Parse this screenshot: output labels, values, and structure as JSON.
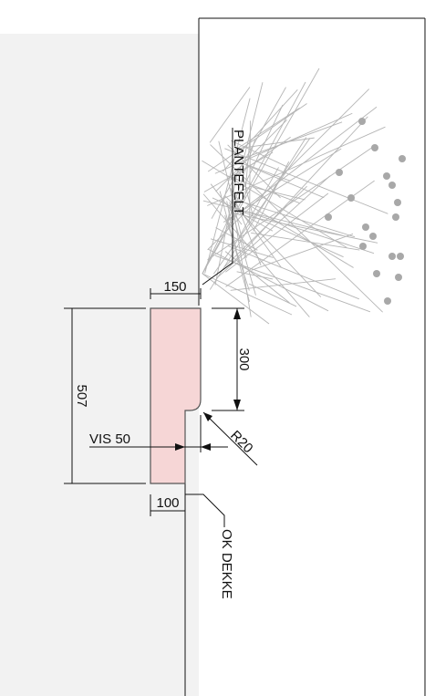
{
  "drawing": {
    "labels": {
      "plantefelt": "PLANTEFELT",
      "ok_dekke": "OK DEKKE",
      "vis": "VIS 50",
      "radius": "R20"
    },
    "dimensions": {
      "top_width": "150",
      "bottom_width": "100",
      "total_height": "507",
      "upper_height": "300"
    },
    "colors": {
      "ground": "#f2f2f2",
      "curb_fill": "#f6d6d6",
      "curb_stroke": "#555555",
      "line": "#111111",
      "vegetation": "#b5b5b5",
      "vegetation_dots": "#a8a8a8"
    }
  }
}
